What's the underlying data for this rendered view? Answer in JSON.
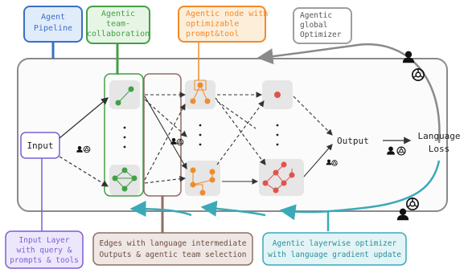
{
  "callouts": {
    "pipeline": [
      "Agent",
      "Pipeline"
    ],
    "team": [
      "Agentic",
      "team-",
      "collaboration"
    ],
    "node": [
      "Agentic node with",
      "optimizable",
      "prompt&tool"
    ],
    "global": [
      "Agentic",
      "global",
      "Optimizer"
    ],
    "input_layer": [
      "Input Layer",
      "with query &",
      "prompts & tools"
    ],
    "edges": [
      "Edges with language intermediate",
      "Outputs & agentic team selection"
    ],
    "layerwise": [
      "Agentic layerwise optimizer",
      "with language gradient update"
    ]
  },
  "labels": {
    "input": "Input",
    "output": "Output",
    "loss": [
      "Language",
      "Loss"
    ]
  },
  "colors": {
    "blue": "#3b6fc4",
    "green": "#43a047",
    "orange": "#ef8b2c",
    "red": "#e0524d",
    "purple": "#7b5fd6",
    "brown": "#8d6e63",
    "teal": "#3aa9b8",
    "gray": "#8a8a8a"
  }
}
